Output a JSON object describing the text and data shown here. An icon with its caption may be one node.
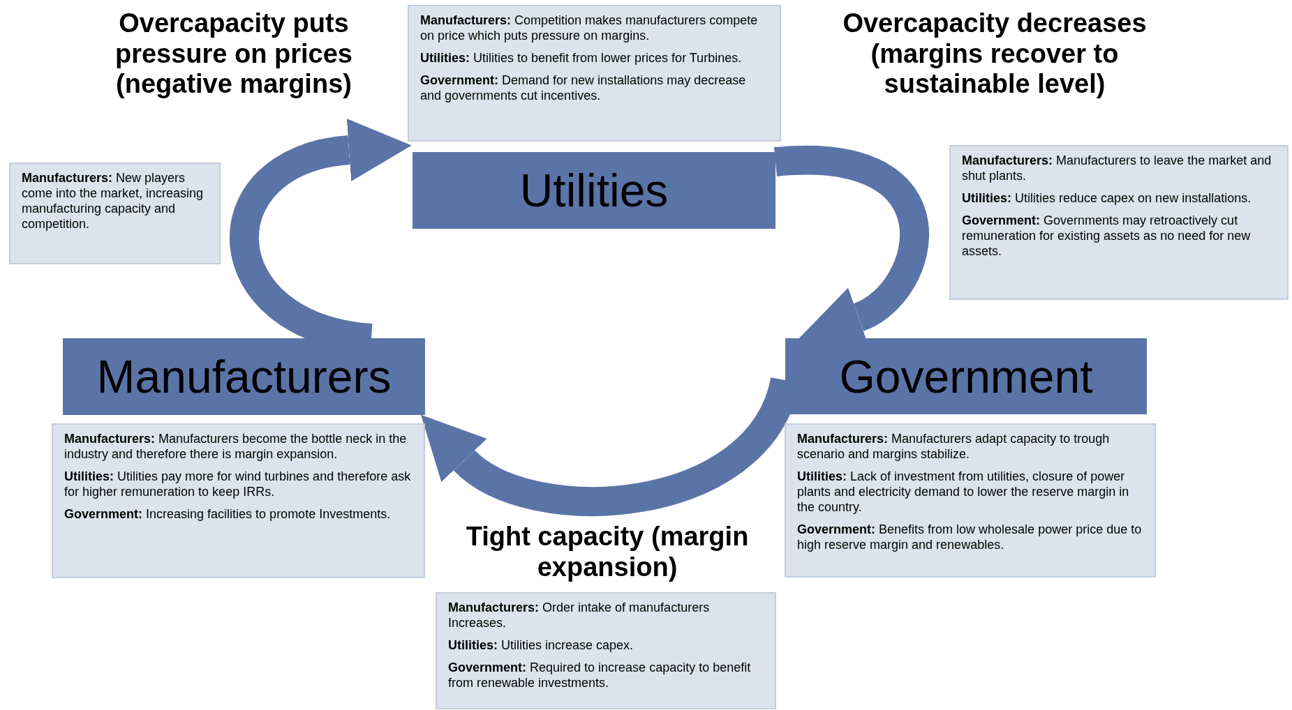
{
  "diagram": {
    "nodes": [
      {
        "text": [
          "**Manufacturers:** Competition makes manufacturers compete on price which puts pressure on margins.",
          "**Utilities:** Utilities to benefit from lower prices for Turbines.",
          "**Government:** Demand for new installations may decrease and governments cut incentives."
        ]
      },
      {
        "text": [
          "**Manufacturers:** Manufacturers to leave the market and shut plants.",
          "**Utilities:** Utilities reduce capex on new installations.",
          "**Government:** Governments may retroactively cut remuneration for existing assets as no need for new assets."
        ]
      },
      {
        "text": [
          "Utilities"
        ]
      },
      {
        "text": [
          "**Manufacturers:** New players come into the market, increasing manufacturing capacity and competition."
        ]
      },
      {
        "text": [
          "Manufacturers"
        ]
      },
      {
        "text": [
          "Government"
        ]
      },
      {
        "text": [
          "**Manufacturers:** Manufacturers become the bottle neck in the industry and therefore there is margin expansion.",
          "**Utilities:** Utilities pay more for wind turbines and therefore ask for higher remuneration to keep IRRs.",
          "**Government:** Increasing facilities to promote Investments."
        ]
      },
      {
        "text": [
          "**Manufacturers:** Manufacturers adapt capacity to trough scenario and margins stabilize.",
          "**Utilities:** Lack of investment from utilities, closure of power plants and electricity demand to lower the reserve margin in the country.",
          "**Government:** Benefits from low wholesale power price due to high reserve margin and renewables."
        ]
      },
      {
        "text": [
          "**Manufacturers:** Order intake of manufacturers Increases.",
          "**Utilities:** Utilities increase capex.",
          "**Government:** Required to increase capacity to benefit from renewable investments."
        ]
      }
    ],
    "edges": [
      {
        "from": 4,
        "to": 2,
        "arrow": "to"
      },
      {
        "from": 2,
        "to": 5,
        "arrow": "to"
      },
      {
        "from": 5,
        "to": 4,
        "arrow": "to"
      }
    ],
    "labels": [
      "Overcapacity puts pressure on prices (negative margins)",
      "Overcapacity decreases (margins recover to sustainable level)",
      "Tight capacity (margin expansion)"
    ]
  }
}
